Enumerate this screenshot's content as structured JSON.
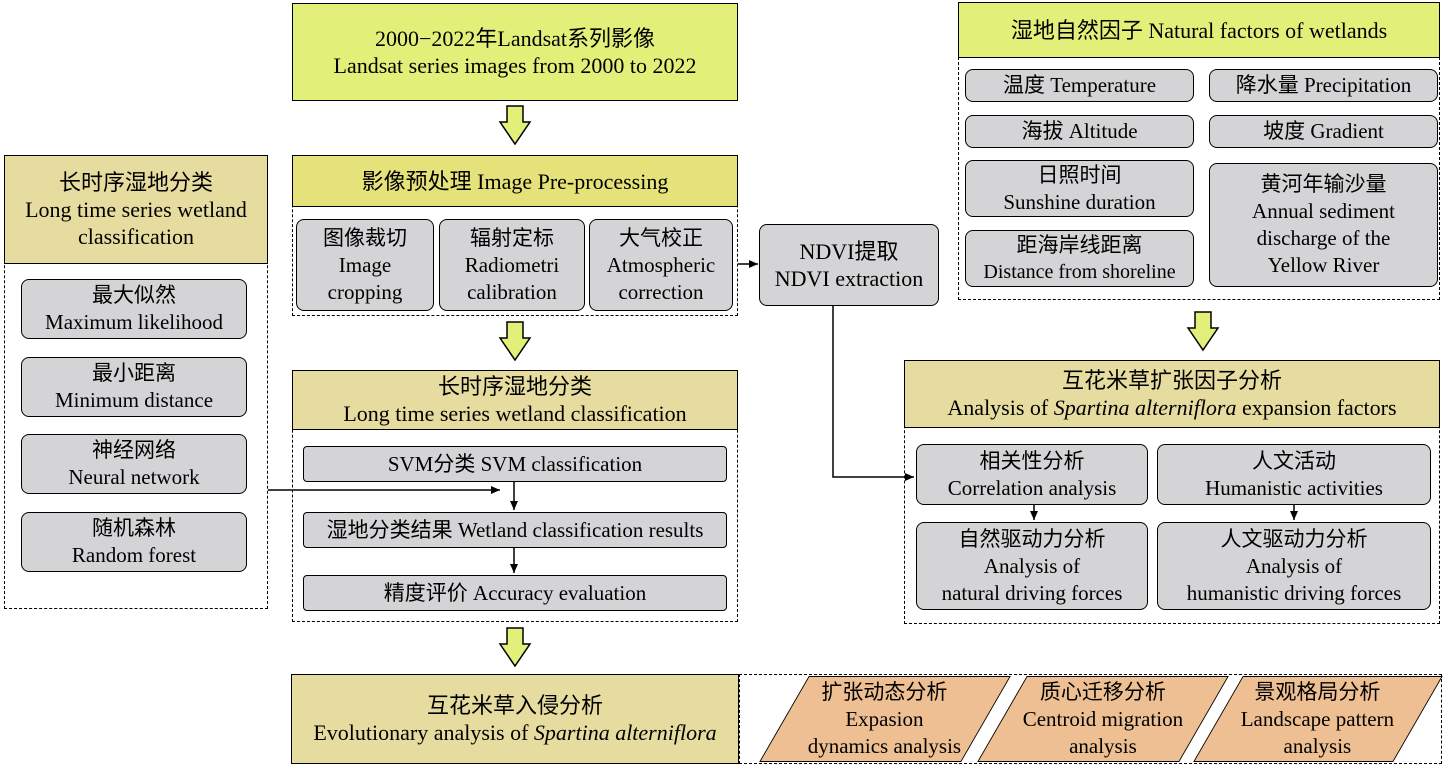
{
  "source": {
    "line1": "2000−2022年Landsat系列影像",
    "line2": "Landsat series images from 2000 to 2022"
  },
  "preprocess": {
    "title": "影像预处理 Image Pre-processing",
    "steps": [
      {
        "cn": "图像裁切",
        "en1": "Image",
        "en2": "cropping"
      },
      {
        "cn": "辐射定标",
        "en1": "Radiometri",
        "en2": "calibration"
      },
      {
        "cn": "大气校正",
        "en1": "Atmospheric",
        "en2": "correction"
      }
    ]
  },
  "ndvi": {
    "line1": "NDVI提取",
    "line2": "NDVI extraction"
  },
  "left_methods": {
    "title_cn": "长时序湿地分类",
    "title_en1": "Long time series wetland",
    "title_en2": "classification",
    "items": [
      {
        "cn": "最大似然",
        "en": "Maximum likelihood"
      },
      {
        "cn": "最小距离",
        "en": "Minimum distance"
      },
      {
        "cn": "神经网络",
        "en": "Neural network"
      },
      {
        "cn": "随机森林",
        "en": "Random forest"
      }
    ]
  },
  "classification": {
    "title_cn": "长时序湿地分类",
    "title_en": "Long time series wetland classification",
    "steps": [
      "SVM分类 SVM classification",
      "湿地分类结果 Wetland classification results",
      "精度评价 Accuracy evaluation"
    ]
  },
  "natural_factors": {
    "title": "湿地自然因子 Natural factors of wetlands",
    "temperature": "温度 Temperature",
    "precipitation": "降水量 Precipitation",
    "altitude": "海拔 Altitude",
    "gradient": "坡度 Gradient",
    "sunshine_cn": "日照时间",
    "sunshine_en": "Sunshine duration",
    "distance_cn": "距海岸线距离",
    "distance_en": "Distance from shoreline",
    "sediment_cn": "黄河年输沙量",
    "sediment_en1": "Annual sediment",
    "sediment_en2": "discharge of the",
    "sediment_en3": "Yellow River"
  },
  "expansion": {
    "title_cn": "互花米草扩张因子分析",
    "title_en_a": "Analysis of ",
    "title_en_species": "Spartina alterniflora",
    "title_en_b": " expansion factors",
    "correlation_cn": "相关性分析",
    "correlation_en": "Correlation analysis",
    "human_cn": "人文活动",
    "human_en": "Humanistic activities",
    "natural_drive_cn": "自然驱动力分析",
    "natural_drive_en1": "Analysis of",
    "natural_drive_en2": "natural driving forces",
    "human_drive_cn": "人文驱动力分析",
    "human_drive_en1": "Analysis of",
    "human_drive_en2": "humanistic driving forces"
  },
  "invasion": {
    "title_cn": "互花米草入侵分析",
    "title_en_a": "Evolutionary analysis of ",
    "title_en_species": "Spartina alterniflora"
  },
  "analyses": [
    {
      "cn": "扩张动态分析",
      "en1": "Expasion",
      "en2": "dynamics analysis"
    },
    {
      "cn": "质心迁移分析",
      "en1": "Centroid migration",
      "en2": "analysis"
    },
    {
      "cn": "景观格局分析",
      "en1": "Landscape pattern",
      "en2": "analysis"
    }
  ],
  "colors": {
    "header_yellow": "#e6e27a",
    "header_tan": "#e6dca0",
    "header_green": "#e2f07a",
    "box_gray": "#d4d4d6",
    "arrow_fill": "#e2f07a",
    "parallelogram": "#edbf92"
  }
}
